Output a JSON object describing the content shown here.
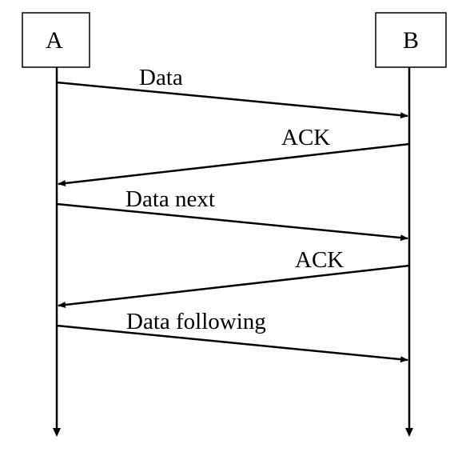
{
  "participants": [
    {
      "id": "a",
      "label": "A"
    },
    {
      "id": "b",
      "label": "B"
    }
  ],
  "messages": [
    {
      "from": "a",
      "to": "b",
      "label": "Data"
    },
    {
      "from": "b",
      "to": "a",
      "label": "ACK"
    },
    {
      "from": "a",
      "to": "b",
      "label": "Data next"
    },
    {
      "from": "b",
      "to": "a",
      "label": "ACK"
    },
    {
      "from": "a",
      "to": "b",
      "label": "Data following"
    }
  ],
  "colors": {
    "line": "#000000",
    "background": "#ffffff"
  }
}
